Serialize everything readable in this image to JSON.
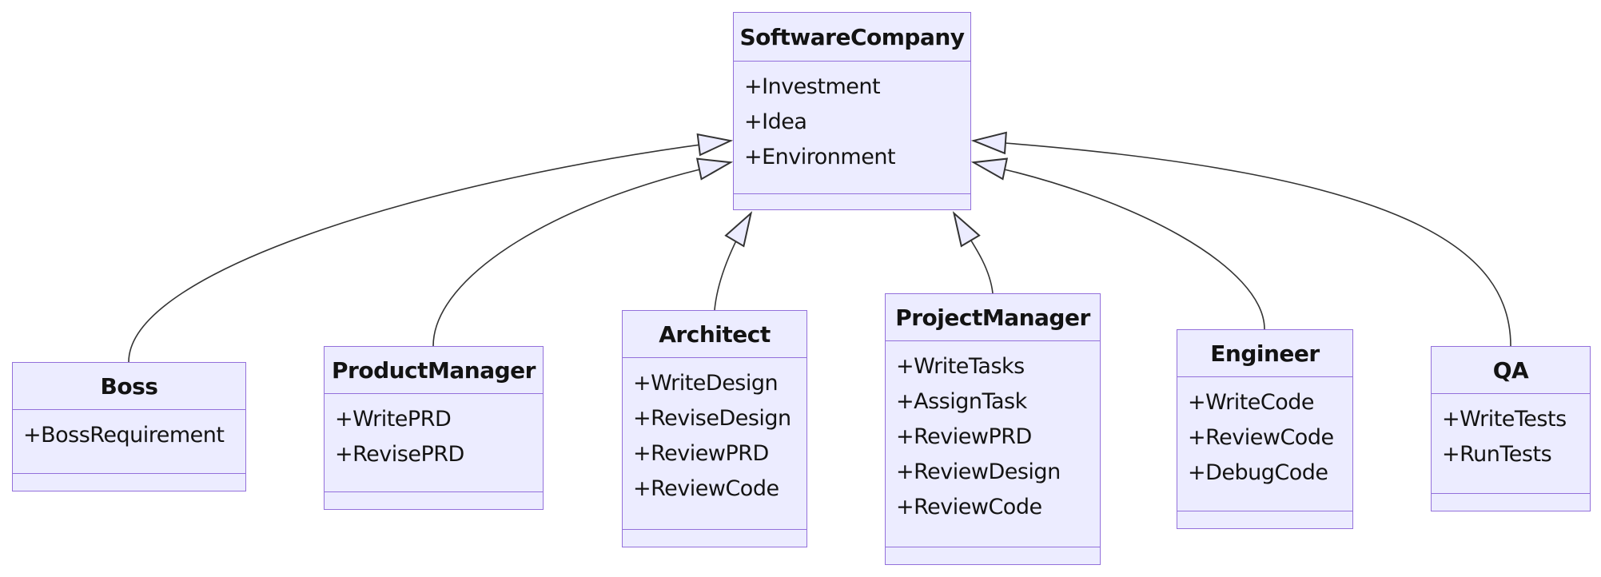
{
  "diagram": {
    "type": "uml-class-diagram",
    "classes": [
      {
        "id": "SoftwareCompany",
        "title": "SoftwareCompany",
        "attributes": [
          "+Investment",
          "+Idea",
          "+Environment"
        ],
        "methods": []
      },
      {
        "id": "Boss",
        "title": "Boss",
        "attributes": [
          "+BossRequirement"
        ],
        "methods": []
      },
      {
        "id": "ProductManager",
        "title": "ProductManager",
        "attributes": [
          "+WritePRD",
          "+RevisePRD"
        ],
        "methods": []
      },
      {
        "id": "Architect",
        "title": "Architect",
        "attributes": [
          "+WriteDesign",
          "+ReviseDesign",
          "+ReviewPRD",
          "+ReviewCode"
        ],
        "methods": []
      },
      {
        "id": "ProjectManager",
        "title": "ProjectManager",
        "attributes": [
          "+WriteTasks",
          "+AssignTask",
          "+ReviewPRD",
          "+ReviewDesign",
          "+ReviewCode"
        ],
        "methods": []
      },
      {
        "id": "Engineer",
        "title": "Engineer",
        "attributes": [
          "+WriteCode",
          "+ReviewCode",
          "+DebugCode"
        ],
        "methods": []
      },
      {
        "id": "QA",
        "title": "QA",
        "attributes": [
          "+WriteTests",
          "+RunTests"
        ],
        "methods": []
      }
    ],
    "relations": [
      {
        "from": "Boss",
        "to": "SoftwareCompany",
        "type": "inheritance"
      },
      {
        "from": "ProductManager",
        "to": "SoftwareCompany",
        "type": "inheritance"
      },
      {
        "from": "Architect",
        "to": "SoftwareCompany",
        "type": "inheritance"
      },
      {
        "from": "ProjectManager",
        "to": "SoftwareCompany",
        "type": "inheritance"
      },
      {
        "from": "Engineer",
        "to": "SoftwareCompany",
        "type": "inheritance"
      },
      {
        "from": "QA",
        "to": "SoftwareCompany",
        "type": "inheritance"
      }
    ],
    "colors": {
      "box_fill": "#ECECFF",
      "box_border": "#9370DB",
      "edge": "#333333",
      "arrowhead_fill": "#ECECFF",
      "text": "#131313",
      "background": "#ffffff"
    }
  }
}
